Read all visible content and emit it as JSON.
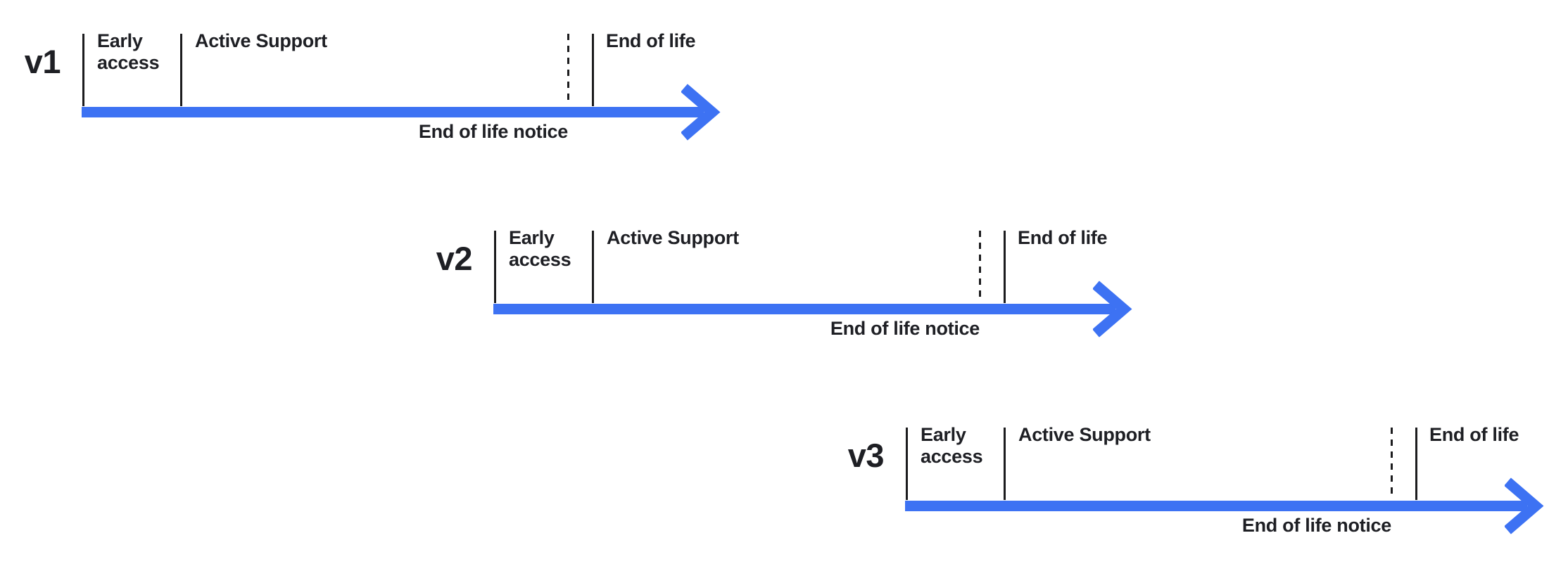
{
  "page": {
    "background_color": "#ffffff",
    "text_color": "#1e1f24",
    "arrow_color": "#3d72f3"
  },
  "timelines": [
    {
      "version": "v1",
      "phases": {
        "early_access": "Early access",
        "active_support": "Active Support",
        "end_of_life": "End of life"
      },
      "notice": "End of life notice"
    },
    {
      "version": "v2",
      "phases": {
        "early_access": "Early access",
        "active_support": "Active Support",
        "end_of_life": "End of life"
      },
      "notice": "End of life notice"
    },
    {
      "version": "v3",
      "phases": {
        "early_access": "Early access",
        "active_support": "Active Support",
        "end_of_life": "End of life"
      },
      "notice": "End of life notice"
    }
  ]
}
